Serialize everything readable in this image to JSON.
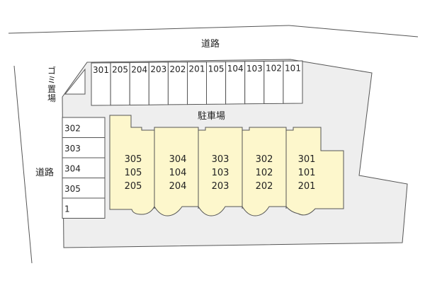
{
  "labels": {
    "road_top": "道路",
    "road_left": "道路",
    "garbage_area": [
      "ゴ",
      "ミ",
      "置",
      "場"
    ],
    "parking_lot": "駐車場"
  },
  "parking_top": [
    "301",
    "205",
    "204",
    "203",
    "202",
    "201",
    "105",
    "104",
    "103",
    "102",
    "101"
  ],
  "parking_left": [
    "302",
    "303",
    "304",
    "305",
    "1"
  ],
  "building_columns": [
    [
      "305",
      "105",
      "205"
    ],
    [
      "304",
      "104",
      "204"
    ],
    [
      "303",
      "103",
      "203"
    ],
    [
      "302",
      "102",
      "202"
    ],
    [
      "301",
      "101",
      "201"
    ]
  ],
  "colors": {
    "lot_fill": "#eeeeee",
    "building_fill": "#fdf7cc",
    "outline": "#555555"
  }
}
